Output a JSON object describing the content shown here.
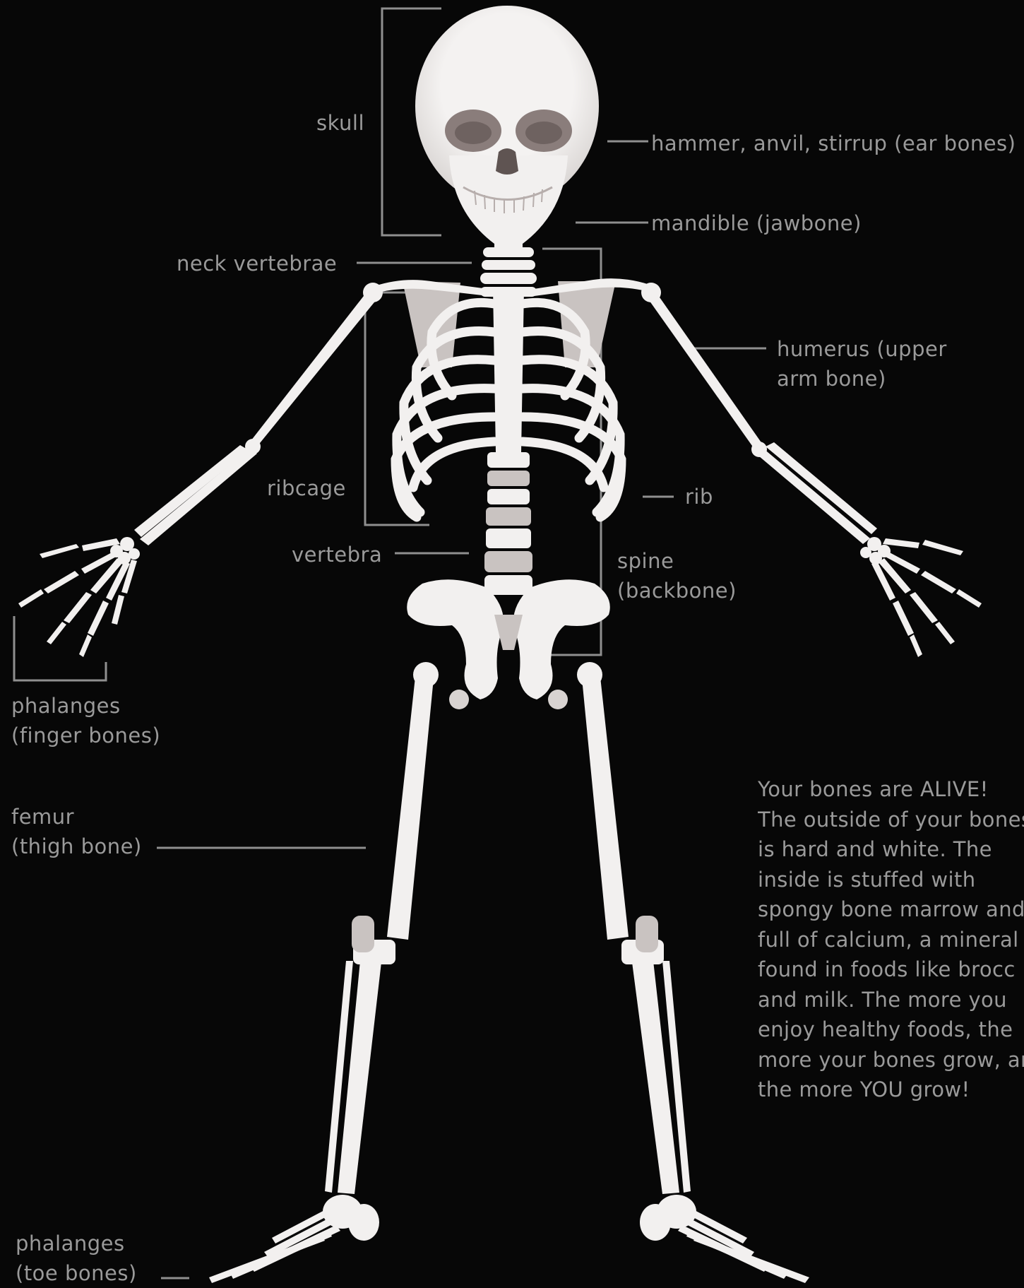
{
  "labels": {
    "skull": "skull",
    "ear_bones": "hammer, anvil, stirrup (ear bones)",
    "mandible": "mandible (jawbone)",
    "neck_vertebrae": "neck vertebrae",
    "humerus_line1": "humerus (upper",
    "humerus_line2": "arm bone)",
    "ribcage": "ribcage",
    "rib": "rib",
    "vertebra": "vertebra",
    "spine_line1": "spine",
    "spine_line2": "(backbone)",
    "finger_line1": "phalanges",
    "finger_line2": "(finger bones)",
    "femur_line1": "femur",
    "femur_line2": "(thigh bone)",
    "toe_line1": "phalanges",
    "toe_line2": "(toe bones)"
  },
  "paragraph": [
    "Your bones are ALIVE!",
    "The outside of your bones",
    "is hard and white. The",
    "inside is stuffed with",
    "spongy bone marrow and",
    "full of calcium, a mineral",
    "found in foods like brocc",
    "and milk. The more you",
    "enjoy healthy foods, the",
    "more your bones grow, an",
    "the more YOU grow!"
  ],
  "colors": {
    "background": "#070707",
    "bone": "#f2f0ef",
    "cartilage": "#c9c3c1",
    "label_text": "#9a9a9a"
  }
}
